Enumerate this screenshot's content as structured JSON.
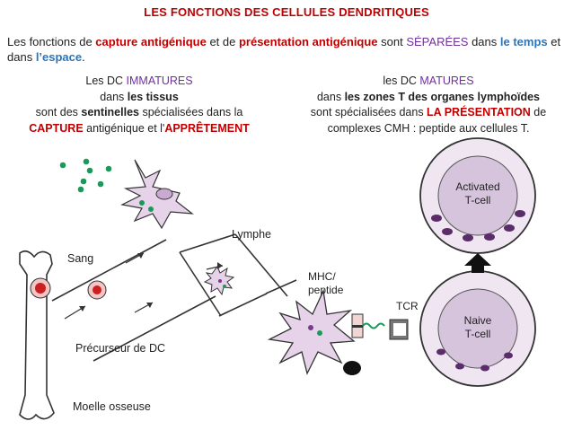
{
  "title": "LES FONCTIONS DES CELLULES DENDRITIQUES",
  "intro": {
    "p1": "Les fonctions de ",
    "capture": "capture antigénique",
    "p2": " et de ",
    "presentation": "présentation antigénique",
    "p3": " sont ",
    "separees": "SÉPARÉES",
    "p4": " dans ",
    "le_temps": "le temps",
    "p5": " et dans ",
    "espace": "l’espace",
    "p6": "."
  },
  "left_block": {
    "l1a": "Les DC ",
    "l1b": "IMMATURES",
    "l2a": "dans ",
    "l2b": "les tissus",
    "l3a": "sont des ",
    "l3b": "sentinelles",
    "l3c": " spécialisées dans la",
    "l4a": "CAPTURE",
    "l4b": " antigénique et l'",
    "l4c": "APPRÊTEMENT"
  },
  "right_block": {
    "l1a": "les DC ",
    "l1b": "MATURES",
    "l2a": "dans ",
    "l2b": "les zones T des organes lymphoïdes",
    "l3a": "sont spécialisées dans ",
    "l3b": "LA PRÉSENTATION",
    "l3c": " de",
    "l4": "complexes CMH : peptide aux cellules T."
  },
  "labels": {
    "lymphe": "Lymphe",
    "sang": "Sang",
    "precurseur": "Précurseur de DC",
    "moelle": "Moelle osseuse",
    "mhc_1": "MHC/",
    "mhc_2": "peptide",
    "tcr": "TCR",
    "activated_1": "Activated",
    "activated_2": "T-cell",
    "naive_1": "Naive",
    "naive_2": "T-cell"
  },
  "colors": {
    "title_red": "#c00000",
    "accent_blue": "#2e75b6",
    "accent_purple": "#7030a0",
    "cell_fill": "#e6d3ea",
    "antigen_green": "#1a9a5a"
  }
}
